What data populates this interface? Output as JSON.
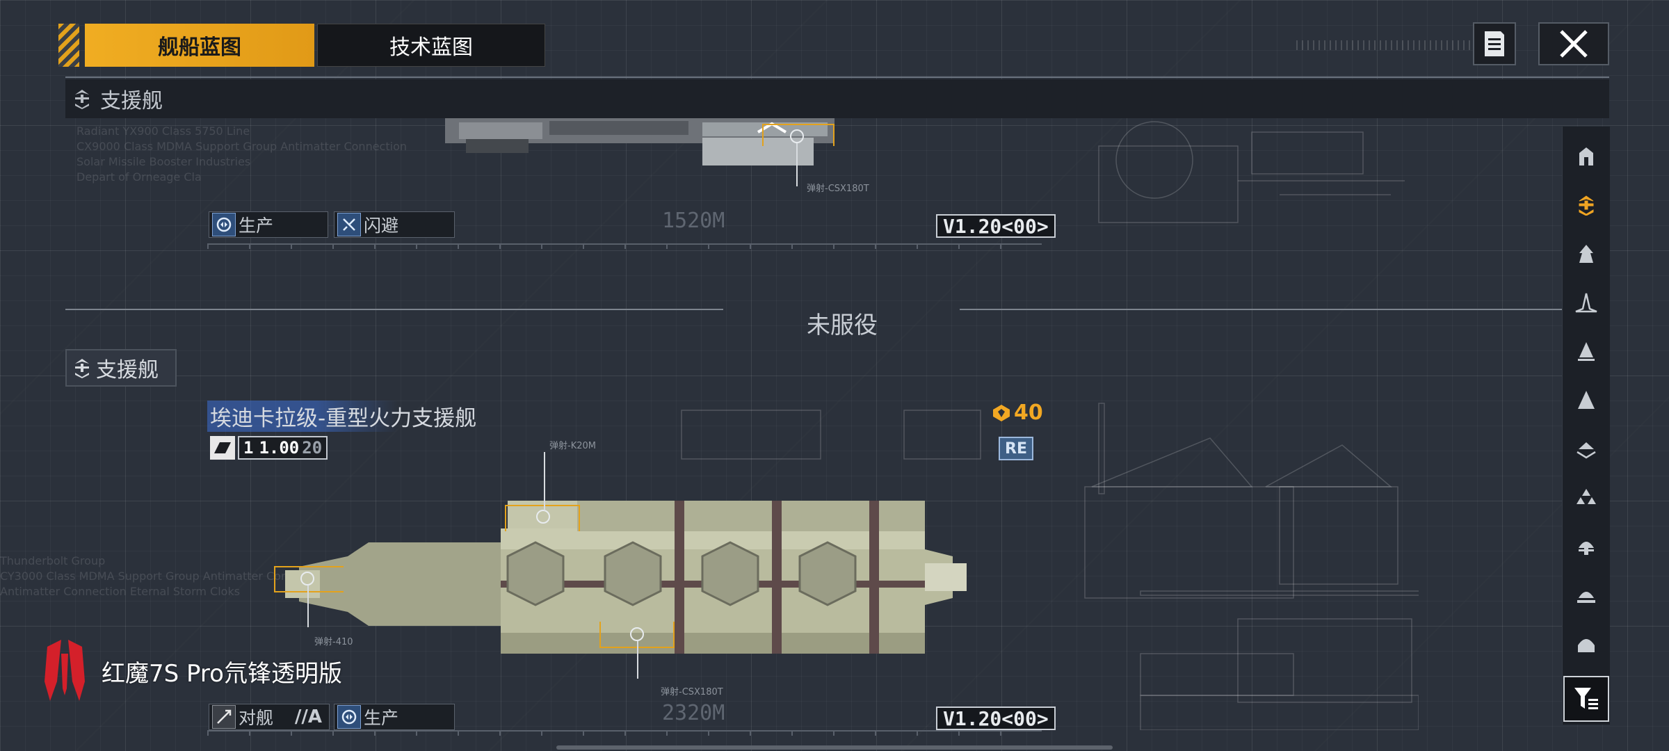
{
  "tabs": {
    "ship_blueprint": "舰船蓝图",
    "tech_blueprint": "技术蓝图"
  },
  "icons": {
    "list": "list-icon",
    "close": "close-icon",
    "filter": "filter-icon"
  },
  "top_section": {
    "category_label": "支援舰",
    "tags": [
      {
        "icon": "production-icon",
        "label": "生产"
      },
      {
        "icon": "evade-icon",
        "label": "闪避"
      }
    ],
    "dimension": "1520M",
    "version": "V1.20<00>",
    "callout_label": "弹射-CSX180T"
  },
  "divider": {
    "label": "未服役"
  },
  "bottom_section": {
    "category_label": "支援舰",
    "ship_name": "埃迪卡拉级-重型火力支援舰",
    "level": "1",
    "level_value": "1.00",
    "level_suffix": "20",
    "cost": "40",
    "badge": "RE",
    "tags": [
      {
        "icon": "anti-ship-icon",
        "label": "对舰",
        "suffix": "//A"
      },
      {
        "icon": "production-icon",
        "label": "生产"
      }
    ],
    "dimension": "2320M",
    "version": "V1.20<00>",
    "callout_labels": [
      "弹射-K20M",
      "弹射-CSX180T",
      "弹射-410"
    ]
  },
  "rail": {
    "categories": [
      "flagship-icon",
      "support-icon",
      "carrier-icon",
      "cruiser-icon",
      "destroyer-icon",
      "frigate-icon",
      "corvette-icon",
      "fighter-icon",
      "station-icon",
      "auxiliary-icon",
      "other-icon"
    ],
    "active_index": 1
  },
  "watermark": {
    "brand_icon": "red-magic-logo",
    "text": "红魔7S Pro氘锋透明版"
  },
  "colors": {
    "accent": "#f0ad22",
    "background": "#2b313b",
    "badge_blue": "#3e5f86"
  }
}
